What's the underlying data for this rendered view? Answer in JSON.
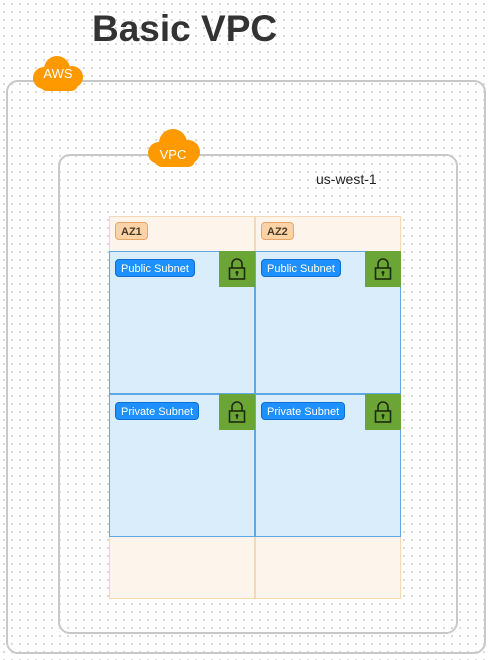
{
  "title": "Basic VPC",
  "aws_group": {
    "label": "AWS",
    "icon": "cloud-icon",
    "color": "#ff9900"
  },
  "vpc_group": {
    "label": "VPC",
    "icon": "cloud-icon",
    "color": "#ff9900",
    "region": "us-west-1"
  },
  "availability_zones": [
    {
      "label": "AZ1",
      "subnets": [
        {
          "label": "Public Subnet",
          "icon": "lock-icon"
        },
        {
          "label": "Private Subnet",
          "icon": "lock-icon"
        }
      ]
    },
    {
      "label": "AZ2",
      "subnets": [
        {
          "label": "Public Subnet",
          "icon": "lock-icon"
        },
        {
          "label": "Private Subnet",
          "icon": "lock-icon"
        }
      ]
    }
  ],
  "colors": {
    "az_fill": "#fdf5ec",
    "subnet_fill": "#d9edfb",
    "subnet_tag": "#1e90ff",
    "lock_tile": "#6aa535"
  }
}
